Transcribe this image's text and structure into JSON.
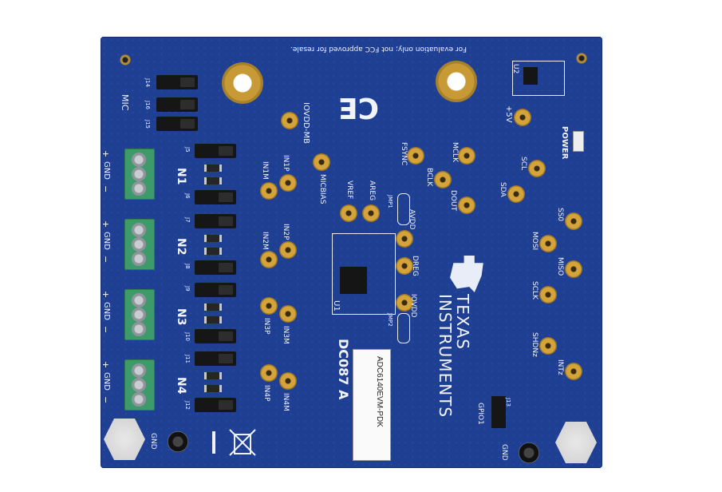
{
  "board": {
    "fcc_notice": "For evaluation only; not FCC approved for resale.",
    "ce_mark": "CE",
    "model_label": "ADC6140EVM-PDK",
    "board_id": "DC087 A",
    "brand_line1": "TEXAS",
    "brand_line2": "INSTRUMENTS",
    "mic_label": "MIC",
    "power_label": "POWER",
    "u1_label": "U1",
    "u2_label": "U2",
    "gnd_label": "GND"
  },
  "jumpers": [
    "J14",
    "J16",
    "J15",
    "J5",
    "J6",
    "J7",
    "J8",
    "J9",
    "J10",
    "J11",
    "J12",
    "J13",
    "JMP1",
    "JMP2"
  ],
  "inputs": [
    {
      "name": "N1",
      "plus": "+",
      "gnd": "GND",
      "minus": "−"
    },
    {
      "name": "N2",
      "plus": "+",
      "gnd": "GND",
      "minus": "−"
    },
    {
      "name": "N3",
      "plus": "+",
      "gnd": "GND",
      "minus": "−"
    },
    {
      "name": "N4",
      "plus": "+",
      "gnd": "GND",
      "minus": "−"
    }
  ],
  "test_points": {
    "iovdd_mb": "IOVDD-MB",
    "micbias": "MICBIAS",
    "in1p": "IN1P",
    "in1m": "IN1M",
    "in2p": "IN2P",
    "in2m": "IN2M",
    "in3p": "IN3P",
    "in3m": "IN3M",
    "in4p": "IN4P",
    "in4m": "IN4M",
    "vref": "VREF",
    "areg": "AREG",
    "avdd": "AVDD",
    "dreg": "DREG",
    "iovdd": "IOVDD",
    "fsync": "FSYNC",
    "mclk": "MCLK",
    "bclk": "BCLK",
    "dout": "DOUT",
    "scl": "SCL",
    "sda": "SDA",
    "plus5v": "+5V",
    "ss0": "SS0",
    "mosi": "MOSI",
    "miso": "MISO",
    "sclk": "SCLK",
    "shdnz": "SHDNz",
    "intz": "INTz",
    "gpio1": "GPIO1"
  }
}
